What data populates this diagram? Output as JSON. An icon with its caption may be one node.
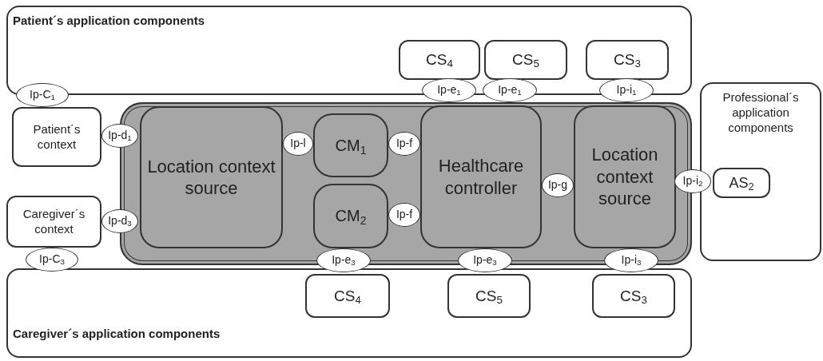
{
  "diagram": {
    "nodes": [
      {
        "text": [
          "Patient´s application components"
        ]
      },
      {
        "text": [
          "CS$_{4}$"
        ],
        "in": 0
      },
      {
        "text": [
          "CS$_{5}$"
        ],
        "in": 0
      },
      {
        "text": [
          "CS$_{3}$"
        ],
        "in": 0
      },
      {
        "text": [
          "Ip-C$_{1}$"
        ]
      },
      {
        "text": [
          "Patient´s context"
        ]
      },
      {
        "text": [
          "Ip-d$_{1}$"
        ]
      },
      {
        "text": [],
        "shape": "box"
      },
      {
        "text": [
          "Location context source"
        ],
        "in": 7
      },
      {
        "text": [
          "Ip-l"
        ],
        "in": 7
      },
      {
        "text": [
          "CM$_{1}$"
        ],
        "in": 7
      },
      {
        "text": [
          "Ip-f"
        ],
        "in": 7
      },
      {
        "text": [
          "Ip-e$_{1}$"
        ]
      },
      {
        "text": [
          "Ip-e$_{1}$"
        ]
      },
      {
        "text": [
          "Healthcare controller"
        ],
        "in": 7
      },
      {
        "text": [
          "Ip-i$_{1}$"
        ]
      },
      {
        "text": [
          "Ip-g"
        ],
        "in": 7
      },
      {
        "text": [
          "Location context source"
        ],
        "in": 7
      },
      {
        "text": [
          "Professional´s application components"
        ]
      },
      {
        "text": [
          "Ip-i$_{2}$"
        ]
      },
      {
        "text": [
          "AS$_{2}$"
        ],
        "in": 18
      },
      {
        "text": [
          "Caregiver´s context"
        ]
      },
      {
        "text": [
          "Ip-d$_{3}$"
        ]
      },
      {
        "text": [
          "CM$_{2}$"
        ],
        "in": 7
      },
      {
        "text": [
          "Ip-f"
        ],
        "in": 7
      },
      {
        "text": [
          "Ip-C$_{3}$"
        ]
      },
      {
        "text": [
          "Ip-e$_{3}$"
        ]
      },
      {
        "text": [
          "Ip-e$_{3}$"
        ]
      },
      {
        "text": [
          "Ip-i$_{3}$"
        ]
      },
      {
        "text": [
          "Caregiver´s application components"
        ]
      },
      {
        "text": [
          "CS$_{4}$"
        ],
        "in": 29
      },
      {
        "text": [
          "CS$_{5}$"
        ],
        "in": 29
      },
      {
        "text": [
          "CS$_{3}$"
        ],
        "in": 29
      }
    ]
  }
}
